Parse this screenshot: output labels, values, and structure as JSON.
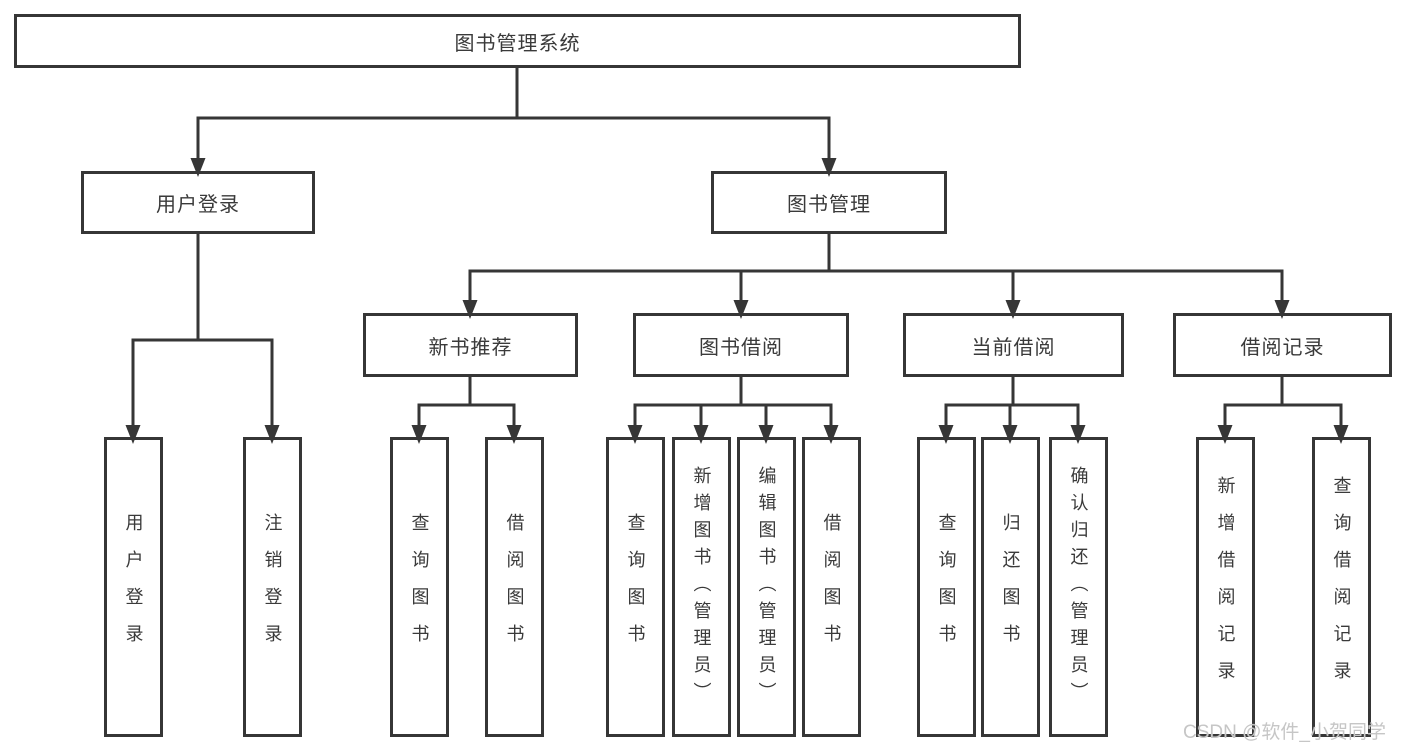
{
  "diagram": {
    "root": {
      "label": "图书管理系统",
      "children": [
        {
          "label": "用户登录",
          "children": [
            {
              "label": "用户登录"
            },
            {
              "label": "注销登录"
            }
          ]
        },
        {
          "label": "图书管理",
          "children": [
            {
              "label": "新书推荐",
              "children": [
                {
                  "label": "查询图书"
                },
                {
                  "label": "借阅图书"
                }
              ]
            },
            {
              "label": "图书借阅",
              "children": [
                {
                  "label": "查询图书"
                },
                {
                  "label": "新增图书（管理员）"
                },
                {
                  "label": "编辑图书（管理员）"
                },
                {
                  "label": "借阅图书"
                }
              ]
            },
            {
              "label": "当前借阅",
              "children": [
                {
                  "label": "查询图书"
                },
                {
                  "label": "归还图书"
                },
                {
                  "label": "确认归还（管理员）"
                }
              ]
            },
            {
              "label": "借阅记录",
              "children": [
                {
                  "label": "新增借阅记录"
                },
                {
                  "label": "查询借阅记录"
                }
              ]
            }
          ]
        }
      ]
    },
    "colors": {
      "line": "#363636",
      "text": "#3a3a3a",
      "background": "#ffffff",
      "watermark": "#c6c6c6"
    }
  },
  "watermark": {
    "text": "CSDN @软件_小贺同学"
  }
}
